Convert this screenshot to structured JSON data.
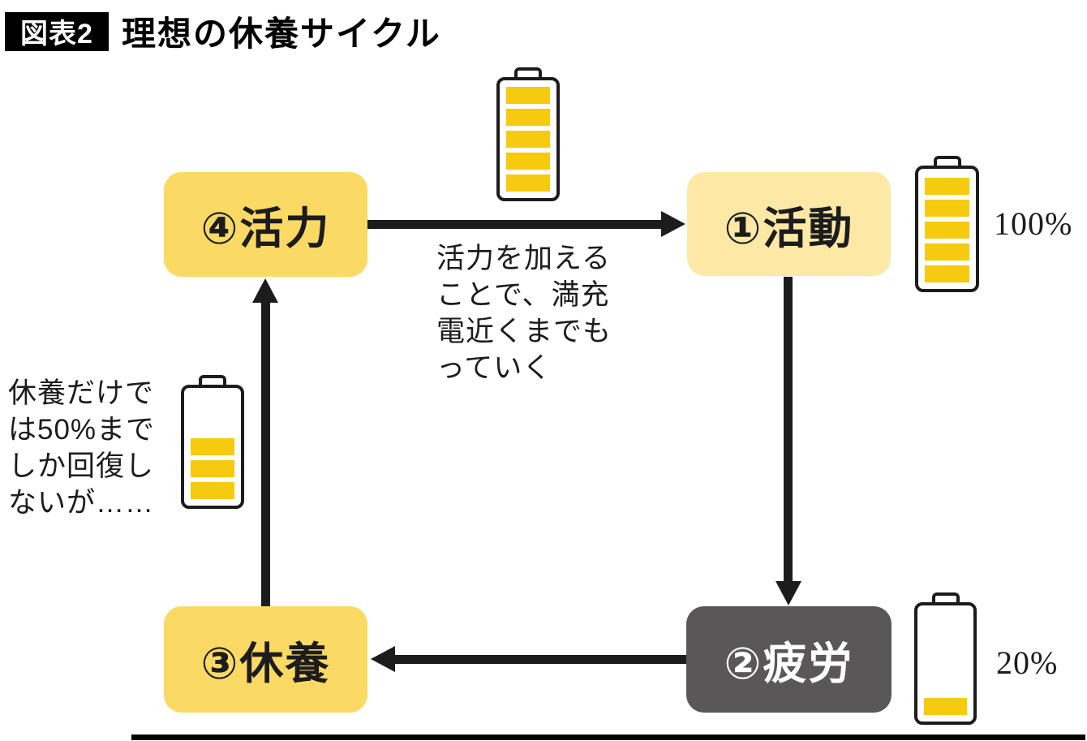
{
  "title": {
    "badge": "図表2",
    "text": "理想の休養サイクル"
  },
  "nodes": {
    "activity": {
      "label": "①活動"
    },
    "fatigue": {
      "label": "②疲労"
    },
    "rest": {
      "label": "③休養"
    },
    "vitality": {
      "label": "④活力"
    }
  },
  "annotations": {
    "recharge": "活力を加える\nことで、満充\n電近くまでも\nっていく",
    "rest_limit": "休養だけで\nは50%まで\nしか回復し\nないが……"
  },
  "batteries": {
    "cycle_full": {
      "bars": 5
    },
    "activity": {
      "bars": 5,
      "label": "100%"
    },
    "rest": {
      "bars": 3
    },
    "fatigue": {
      "bars": 1,
      "label": "20%"
    }
  },
  "colors": {
    "yellow": "#FAD964",
    "pale_yellow": "#FDE8A6",
    "dark_gray": "#595757",
    "battery_yellow": "#F6CA0E",
    "ink": "#1C1C1C"
  }
}
